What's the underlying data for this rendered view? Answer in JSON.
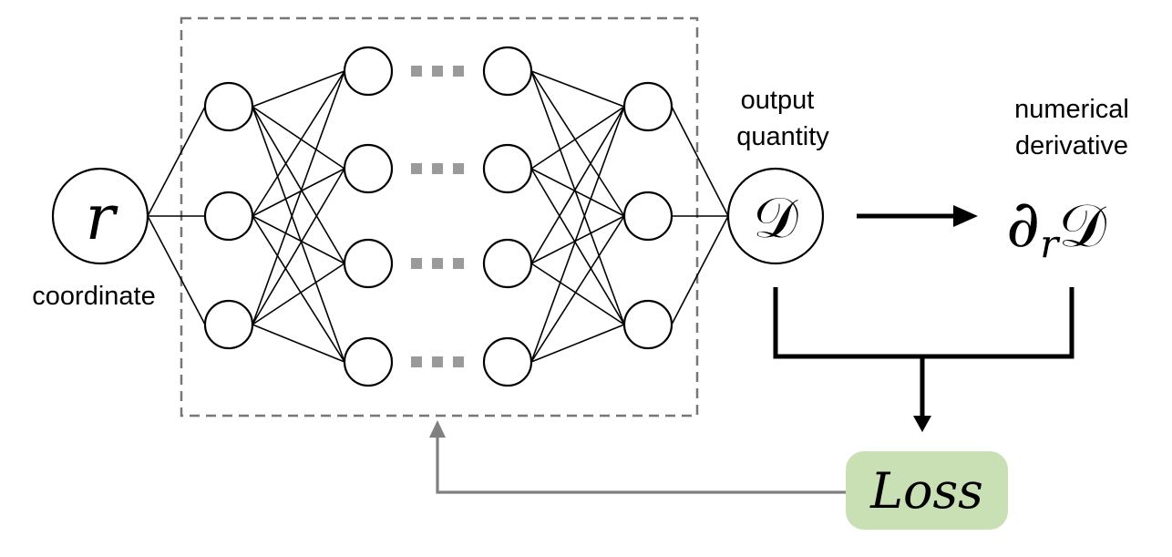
{
  "input": {
    "symbol": "r",
    "label": "coordinate"
  },
  "output": {
    "symbol": "𝒟",
    "label_lines": [
      "output",
      "quantity"
    ]
  },
  "derivative": {
    "operator": "∂",
    "subscript": "r",
    "symbol": "𝒟",
    "label_lines": [
      "numerical",
      "derivative"
    ]
  },
  "loss": {
    "label": "Loss",
    "fill_color": "#c9e0b4"
  },
  "network": {
    "frame_color": "#777777",
    "ellipsis_color": "#9a9a9a"
  }
}
